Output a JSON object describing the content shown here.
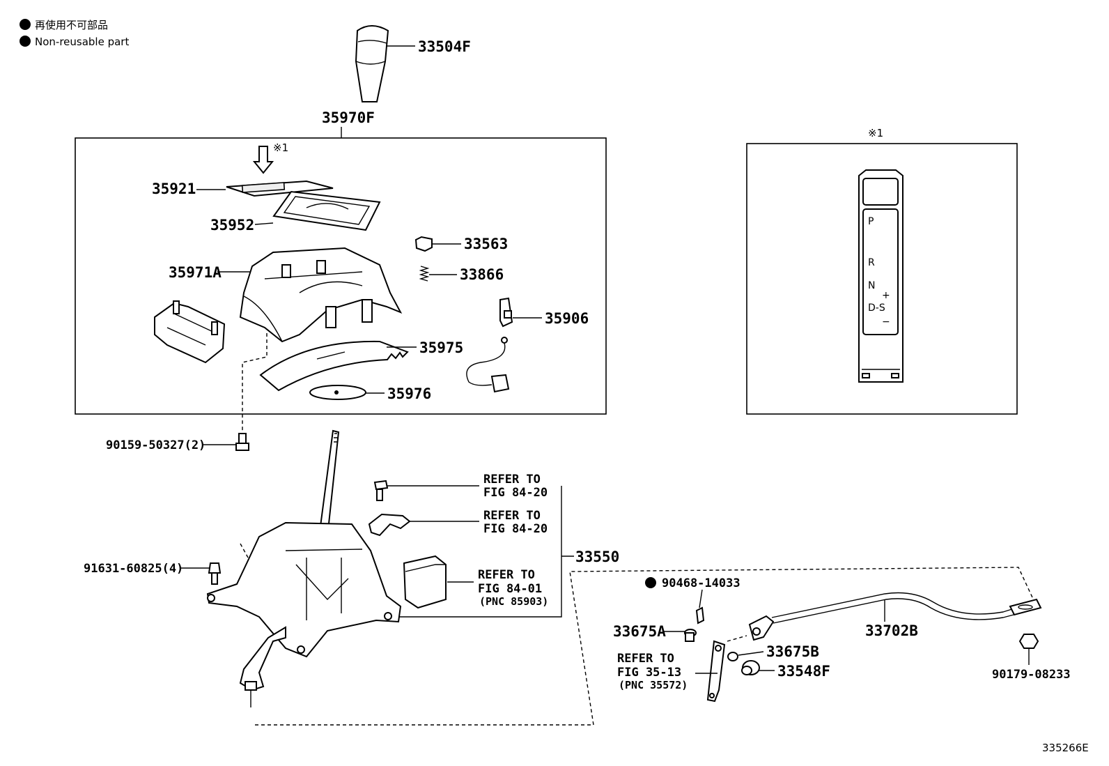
{
  "legend": {
    "line1": "再使用不可部品",
    "line2": "Non-reusable part"
  },
  "parts": {
    "p33504F": "33504F",
    "p35970F": "35970F",
    "p35921": "35921",
    "p35952": "35952",
    "p35971A": "35971A",
    "p33563": "33563",
    "p33866": "33866",
    "p35906": "35906",
    "p35975": "35975",
    "p35976": "35976",
    "p90159": "90159-50327(2)",
    "p91631": "91631-60825(4)",
    "p33550": "33550",
    "p90468": "90468-14033",
    "p33675A": "33675A",
    "p33675B": "33675B",
    "p33548F": "33548F",
    "p33702B": "33702B",
    "p90179": "90179-08233"
  },
  "refs": {
    "ref1_line1": "REFER TO",
    "ref1_line2": "FIG 84-20",
    "ref2_line1": "REFER TO",
    "ref2_line2": "FIG 84-20",
    "ref3_line1": "REFER TO",
    "ref3_line2": "FIG 84-01",
    "ref3_line3": "(PNC 85903)",
    "ref4_line1": "REFER TO",
    "ref4_line2": "FIG 35-13",
    "ref4_line3": "(PNC 35572)"
  },
  "note_mark_inset": "※1",
  "note_mark_arrow": "※1",
  "gear_positions": {
    "p": "P",
    "r": "R",
    "n": "N",
    "ds": "D-S",
    "plus": "+",
    "minus": "−"
  },
  "diagram_code": "335266E"
}
